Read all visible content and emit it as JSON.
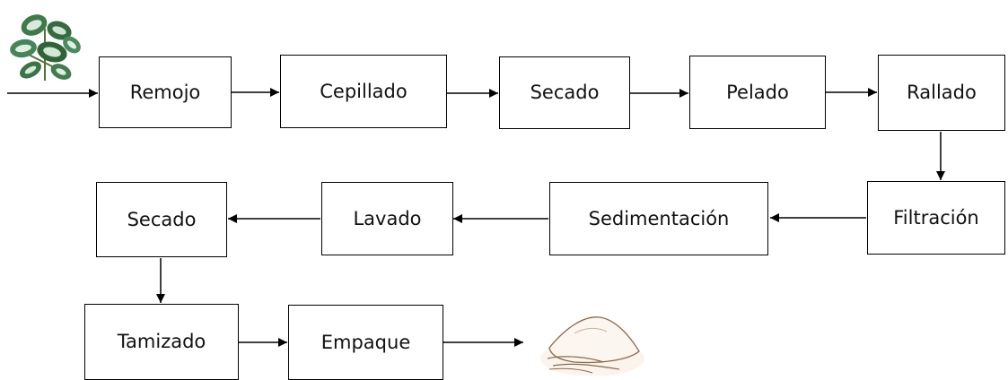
{
  "steps": {
    "remojo": "Remojo",
    "cepillado": "Cepillado",
    "secado_1": "Secado",
    "pelado": "Pelado",
    "rallado": "Rallado",
    "filtracion": "Filtración",
    "sedimentacion": "Sedimentación",
    "lavado": "Lavado",
    "secado_2": "Secado",
    "tamizado": "Tamizado",
    "empaque": "Empaque"
  },
  "images": {
    "input": "plant-leaves-icon",
    "output": "starch-powder-icon"
  }
}
